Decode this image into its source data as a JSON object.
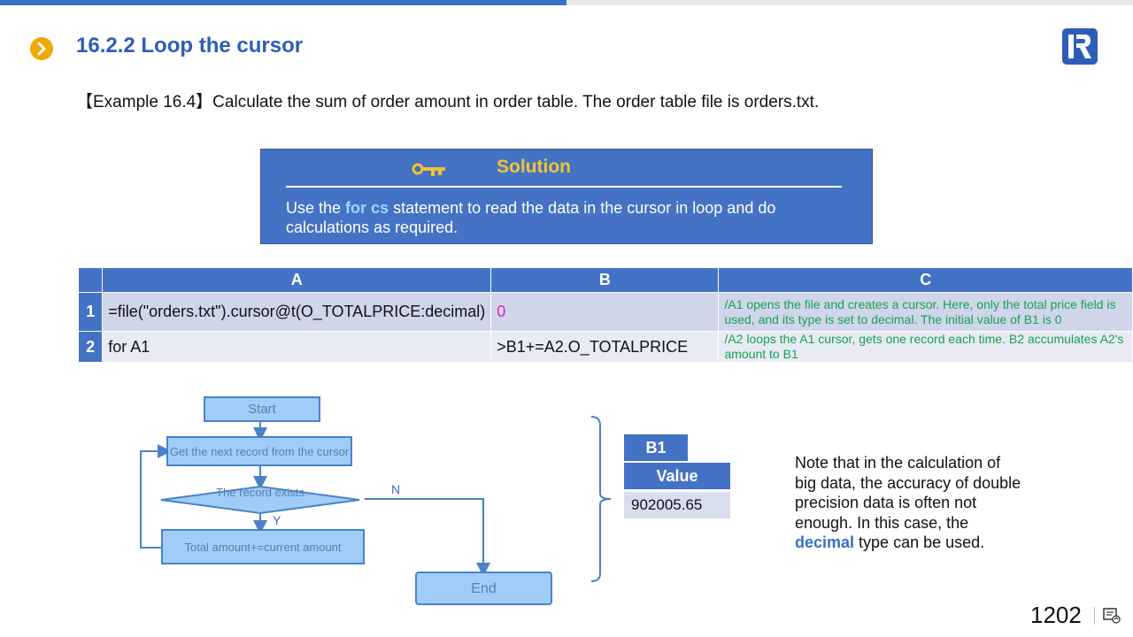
{
  "header": {
    "title": "16.2.2 Loop the cursor"
  },
  "example": {
    "text": "【Example 16.4】Calculate the sum of order amount in order table. The order table file is orders.txt."
  },
  "solution": {
    "title": "Solution",
    "text_before": "Use the ",
    "highlight": "for cs",
    "text_after": " statement to read the data in the cursor in loop and do calculations as required."
  },
  "grid": {
    "columns": [
      "A",
      "B",
      "C"
    ],
    "rows": [
      {
        "num": "1",
        "a": "=file(\"orders.txt\").cursor@t(O_TOTALPRICE:decimal)",
        "b": "0",
        "c": "/A1 opens the file and creates a cursor. Here, only the total price field is used, and its type is set to decimal. The initial value of B1 is 0"
      },
      {
        "num": "2",
        "a": "for A1",
        "b": ">B1+=A2.O_TOTALPRICE",
        "c": "/A2 loops the A1 cursor, gets one record each time. B2 accumulates A2's amount to B1"
      }
    ]
  },
  "flowchart": {
    "start": "Start",
    "get_next": "Get the next record from the cursor",
    "condition": "The record exists",
    "yes": "Y",
    "no": "N",
    "accumulate": "Total amount+=current amount",
    "end": "End"
  },
  "result": {
    "cell_name": "B1",
    "value_header": "Value",
    "value": "902005.65"
  },
  "note": {
    "text_before": "Note that in the calculation of big data, the accuracy of double precision data is often not enough. In this case, the ",
    "highlight": "decimal",
    "text_after": " type can be used."
  },
  "footer": {
    "page_number": "1202"
  },
  "colors": {
    "accent": "#4472c4",
    "title": "#2e5db8",
    "chevron": "#f0a800",
    "solution_title": "#f5c330",
    "comment_green": "#18a050",
    "zero_magenta": "#e020c8"
  },
  "icons": [
    "chevron-right-icon",
    "logo-icon",
    "key-icon",
    "presentation-icon"
  ]
}
